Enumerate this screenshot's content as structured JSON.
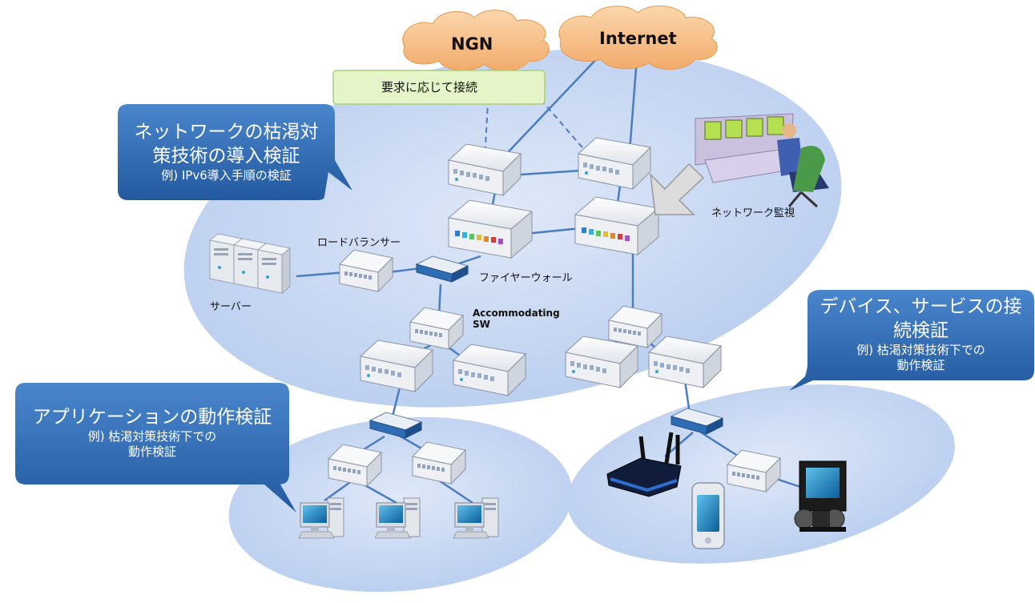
{
  "clouds": {
    "ngn": "NGN",
    "internet": "Internet"
  },
  "connect_note": "要求に応じて接続",
  "callouts": {
    "top_left": {
      "line1": "ネットワークの枯渇対",
      "line2": "策技術の導入検証",
      "sub1": "例) IPv6導入手順の検証"
    },
    "bottom_left": {
      "line1": "アプリケーションの動作検証",
      "sub1": "例) 枯渇対策技術下での",
      "sub2": "動作検証"
    },
    "right": {
      "line1": "デバイス、サービスの接",
      "line2": "続検証",
      "sub1": "例) 枯渇対策技術下での",
      "sub2": "動作検証"
    }
  },
  "labels": {
    "monitoring": "ネットワーク監視",
    "load_balancer": "ロードバランサー",
    "firewall": "ファイヤーウォール",
    "server": "サーバー",
    "accommodating_sw_1": "Accommodating",
    "accommodating_sw_2": "SW"
  },
  "colors": {
    "cloud_fill": "#f6c08a",
    "ellipse_fill": "#c8d8f2",
    "callout_fill": "#2f6fb5",
    "note_fill": "#e6f5c8",
    "line": "#4a7cc0"
  },
  "icons": [
    "cloud",
    "router",
    "l3-switch",
    "switch",
    "firewall",
    "server-rack",
    "desktop-pc",
    "wireless-router",
    "smartphone",
    "tv",
    "operator-console",
    "arrow"
  ]
}
